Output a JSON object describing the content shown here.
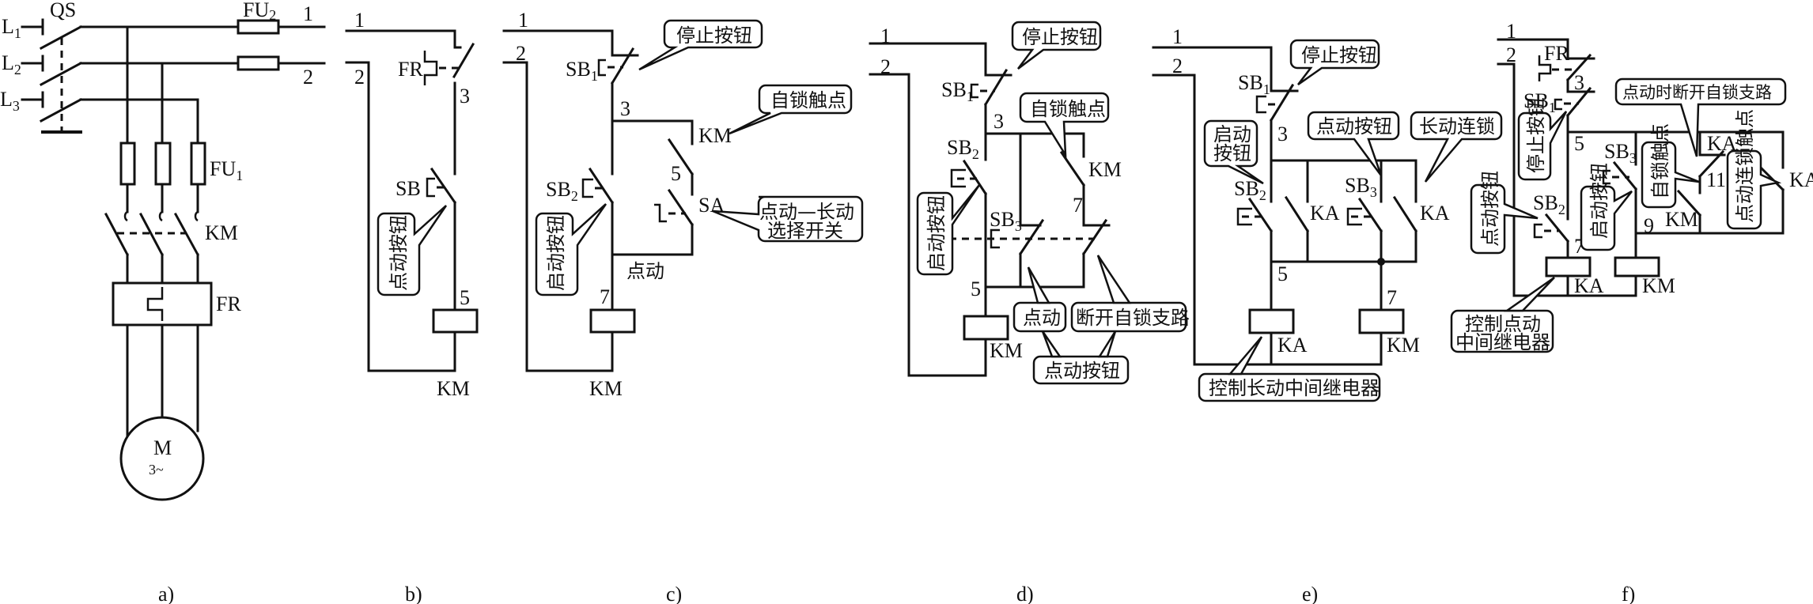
{
  "figure": {
    "captions": [
      "a)",
      "b)",
      "c)",
      "d)",
      "e)",
      "f)"
    ]
  },
  "panel_a": {
    "L1": "L",
    "L1_sub": "1",
    "L2": "L",
    "L2_sub": "2",
    "L3": "L",
    "L3_sub": "3",
    "QS": "QS",
    "FU2": "FU",
    "FU2_sub": "2",
    "FU1": "FU",
    "FU1_sub": "1",
    "KM": "KM",
    "FR": "FR",
    "motor": "M",
    "motor_phase": "3~",
    "wire1": "1",
    "wire2": "2"
  },
  "panel_b": {
    "n1": "1",
    "n2": "2",
    "n3": "3",
    "n5": "5",
    "FR": "FR",
    "SB": "SB",
    "KM": "KM",
    "callout_jog_button": "点动按钮"
  },
  "panel_c": {
    "n1": "1",
    "n2": "2",
    "n3": "3",
    "n5": "5",
    "n7": "7",
    "SB1": "SB",
    "SB1_sub": "1",
    "SB2": "SB",
    "SB2_sub": "2",
    "KM_contact": "KM",
    "SA": "SA",
    "KM_coil": "KM",
    "jog_text": "点动",
    "callout_stop": "停止按钮",
    "callout_selflock": "自锁触点",
    "callout_selector_l1": "点动—长动",
    "callout_selector_l2": "选择开关",
    "callout_start": "启动按钮"
  },
  "panel_d": {
    "n1": "1",
    "n2": "2",
    "n3": "3",
    "n5": "5",
    "n7": "7",
    "SB1": "SB",
    "SB1_sub": "1",
    "SB2": "SB",
    "SB2_sub": "2",
    "SB3": "SB",
    "SB3_sub": "3",
    "KM_contact": "KM",
    "KM_coil": "KM",
    "callout_stop": "停止按钮",
    "callout_selflock": "自锁触点",
    "callout_start": "启动按钮",
    "callout_jog": "点动",
    "callout_break": "断开自锁支路",
    "callout_jog_button": "点动按钮"
  },
  "panel_e": {
    "n1": "1",
    "n2": "2",
    "n3": "3",
    "n5": "5",
    "n7": "7",
    "SB1": "SB",
    "SB1_sub": "1",
    "SB2": "SB",
    "SB2_sub": "2",
    "SB3": "SB",
    "SB3_sub": "3",
    "KA1": "KA",
    "KA2": "KA",
    "KA_coil": "KA",
    "KM_coil": "KM",
    "callout_stop": "停止按钮",
    "callout_start_l1": "启动",
    "callout_start_l2": "按钮",
    "callout_jog_button": "点动按钮",
    "callout_interlock": "长动连锁",
    "callout_relay": "控制长动中间继电器"
  },
  "panel_f": {
    "n1": "1",
    "n2": "2",
    "n3": "3",
    "n5": "5",
    "n7": "7",
    "n9": "9",
    "n11": "11",
    "FR": "FR",
    "SB1": "SB",
    "SB1_sub": "1",
    "SB2": "SB",
    "SB2_sub": "2",
    "SB3": "SB",
    "SB3_sub": "3",
    "KA_top": "KA",
    "KA_right": "KA",
    "KM_contact": "KM",
    "KA_coil": "KA",
    "KM_coil": "KM",
    "callout_stop": "停止按钮",
    "callout_jog_button": "点动按钮",
    "callout_start": "启动按钮",
    "callout_selflock": "自锁触点",
    "callout_interlock": "点动连锁触点",
    "callout_break": "点动时断开自锁支路",
    "callout_relay_l1": "控制点动",
    "callout_relay_l2": "中间继电器"
  }
}
